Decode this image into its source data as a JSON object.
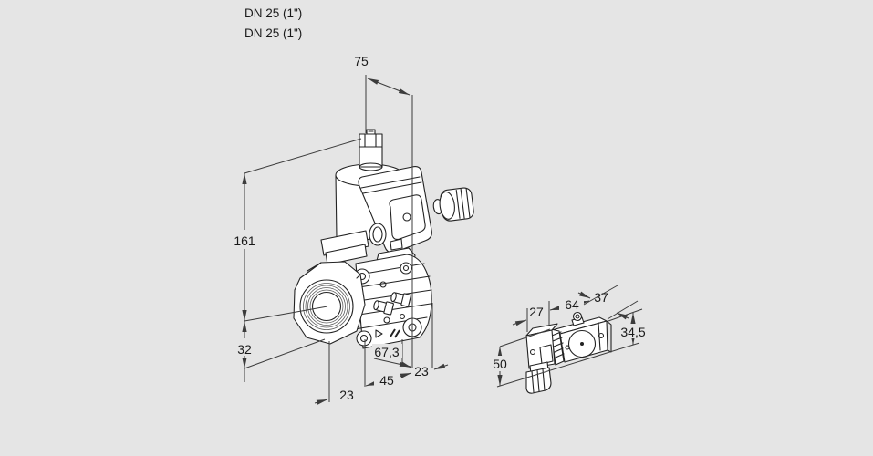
{
  "drawing": {
    "background": "#e5e5e5",
    "line_color": "#232323",
    "dim_color": "#3c3c3c"
  },
  "header": {
    "line1": "DN 25 (1\")",
    "line2": "DN 25 (1\")"
  },
  "main_view": {
    "dims": {
      "top_width": "75",
      "body_height": "161",
      "flange_height": "32",
      "diag_offset": "67,3",
      "body_width": "45",
      "right_offset": "23",
      "left_offset": "23"
    }
  },
  "side_view": {
    "dims": {
      "connector_depth": "27",
      "coil_length": "64",
      "coil_width": "37",
      "coil_height": "34,5",
      "total_height": "50"
    }
  }
}
